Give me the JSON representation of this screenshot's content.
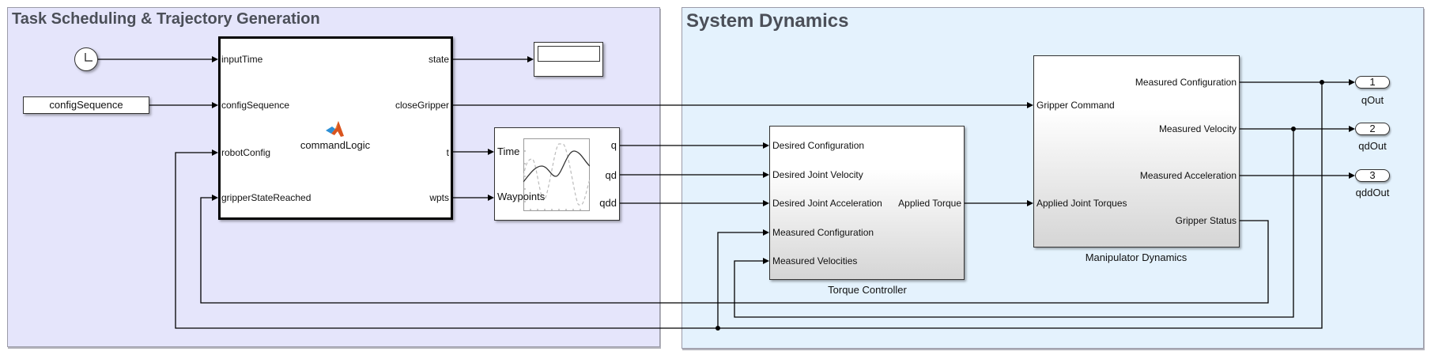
{
  "areas": {
    "left": {
      "title": "Task Scheduling & Trajectory Generation",
      "fill": "#e5e5fb"
    },
    "right": {
      "title": "System Dynamics",
      "fill": "#e4f2fd"
    }
  },
  "blocks": {
    "clock": {
      "icon": "clock-icon"
    },
    "config_sequence": {
      "label": "configSequence"
    },
    "command_logic": {
      "name": "commandLogic",
      "icon": "matlab-logo-icon",
      "inputs": [
        "inputTime",
        "configSequence",
        "robotConfig",
        "gripperStateReached"
      ],
      "outputs": [
        "state",
        "closeGripper",
        "t",
        "wpts"
      ]
    },
    "display": {
      "value": ""
    },
    "trajectory": {
      "icon": "trajectory-plot-icon",
      "inputs": [
        "Time",
        "Waypoints"
      ],
      "outputs": [
        "q",
        "qd",
        "qdd"
      ]
    },
    "torque_controller": {
      "name": "Torque Controller",
      "inputs": [
        "Desired Configuration",
        "Desired Joint Velocity",
        "Desired Joint Acceleration",
        "Measured Configuration",
        "Measured Velocities"
      ],
      "outputs": [
        "Applied Torque"
      ]
    },
    "manipulator_dynamics": {
      "name": "Manipulator Dynamics",
      "inputs": [
        "Gripper Command",
        "Applied Joint Torques"
      ],
      "outputs": [
        "Measured Configuration",
        "Measured Velocity",
        "Measured Acceleration",
        "Gripper Status"
      ]
    },
    "outports": [
      {
        "number": "1",
        "name": "qOut"
      },
      {
        "number": "2",
        "name": "qdOut"
      },
      {
        "number": "3",
        "name": "qddOut"
      }
    ]
  },
  "colors": {
    "wire": "#000000",
    "block_border": "#333333",
    "title": "#4b4f58",
    "matlab_orange": "#d9541e",
    "matlab_blue": "#2d8fd5"
  }
}
